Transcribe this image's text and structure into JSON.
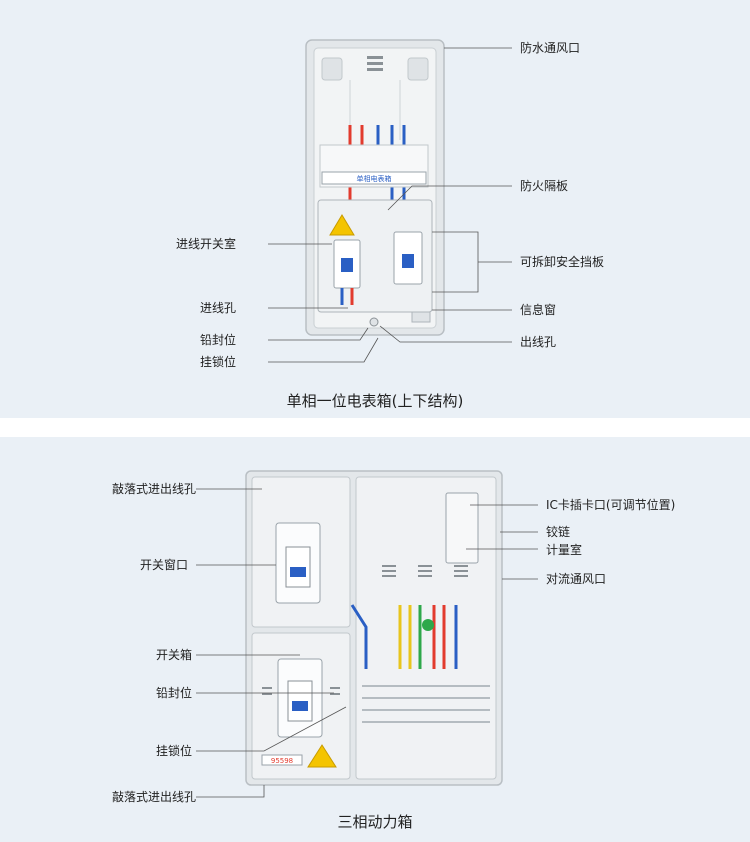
{
  "top": {
    "caption": "单相一位电表箱(上下结构)",
    "labels": {
      "waterproof_vent": "防水通风口",
      "fire_barrier": "防火隔板",
      "incoming_switch_room": "进线开关室",
      "removable_shield": "可拆卸安全挡板",
      "inlet_hole": "进线孔",
      "info_window": "信息窗",
      "lead_seal": "铅封位",
      "outlet_hole": "出线孔",
      "lock_position": "挂锁位"
    },
    "box_tag": "单相电表箱"
  },
  "bottom": {
    "caption": "三相动力箱",
    "labels": {
      "knockout_top": "敲落式进出线孔",
      "ic_slot": "IC卡插卡口(可调节位置)",
      "hinge": "铰链",
      "meter_room": "计量室",
      "switch_window": "开关窗口",
      "convection_vent": "对流通风口",
      "switch_box": "开关箱",
      "lead_seal": "铅封位",
      "lock_position": "挂锁位",
      "knockout_bottom": "敲落式进出线孔"
    },
    "box_tag": "95598"
  },
  "colors": {
    "panel_bg": "#eaf0f6",
    "leader_line": "#555555",
    "wire_red": "#e23b2e",
    "wire_blue": "#2a5fc4",
    "wire_yellow": "#e8c51e",
    "wire_green": "#2ea84a",
    "warning_yellow": "#f4c400"
  }
}
